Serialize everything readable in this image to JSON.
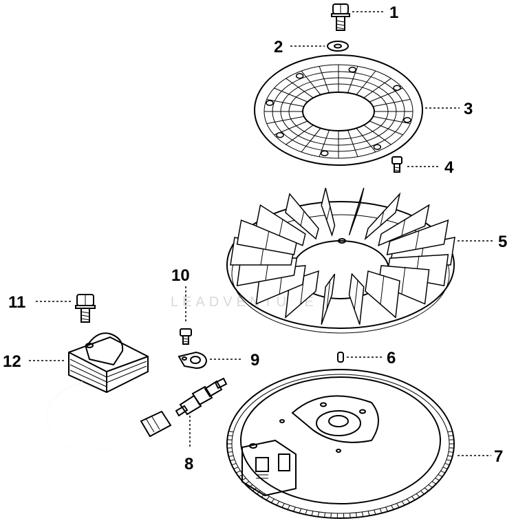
{
  "watermark": "LEADVENTURE",
  "callouts": [
    {
      "id": "part-1",
      "label": "1"
    },
    {
      "id": "part-2",
      "label": "2"
    },
    {
      "id": "part-3",
      "label": "3"
    },
    {
      "id": "part-4",
      "label": "4"
    },
    {
      "id": "part-5",
      "label": "5"
    },
    {
      "id": "part-6",
      "label": "6"
    },
    {
      "id": "part-7",
      "label": "7"
    },
    {
      "id": "part-8",
      "label": "8"
    },
    {
      "id": "part-9",
      "label": "9"
    },
    {
      "id": "part-10",
      "label": "10"
    },
    {
      "id": "part-11",
      "label": "11"
    },
    {
      "id": "part-12",
      "label": "12"
    }
  ]
}
